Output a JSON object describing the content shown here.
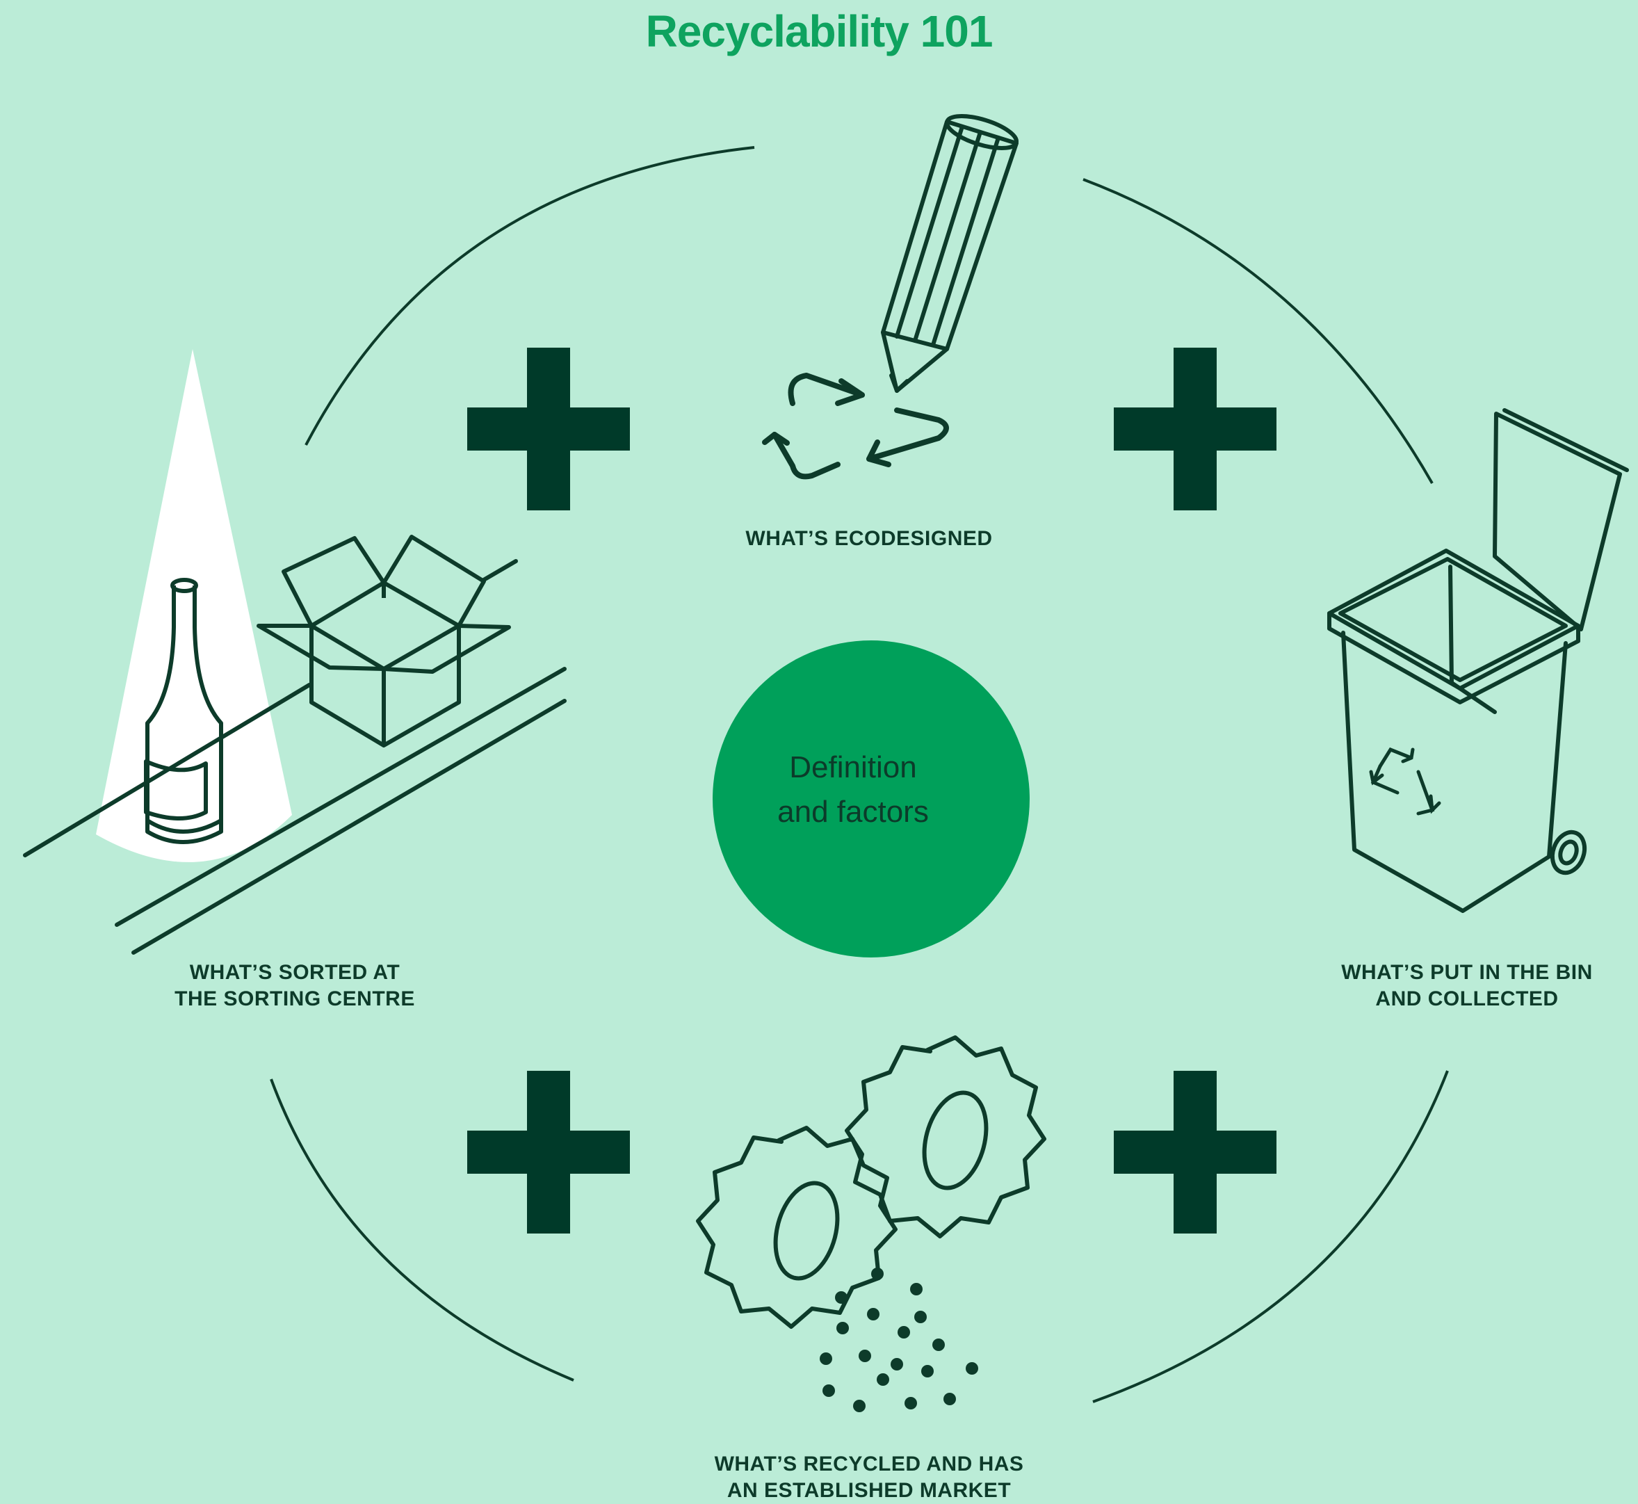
{
  "title": "Recyclability 101",
  "center": {
    "line1": "Definition",
    "line2": "and factors"
  },
  "factors": [
    {
      "id": "ecodesigned",
      "line1": "WHAT’S ECODESIGNED",
      "line2": ""
    },
    {
      "id": "bin",
      "line1": "WHAT’S PUT IN THE BIN",
      "line2": "AND COLLECTED"
    },
    {
      "id": "recycled",
      "line1": "WHAT’S RECYCLED AND HAS",
      "line2": "AN ESTABLISHED MARKET"
    },
    {
      "id": "sorted",
      "line1": "WHAT’S SORTED AT",
      "line2": "THE SORTING CENTRE"
    }
  ],
  "colors": {
    "background": "#bbecd7",
    "accent": "#0ea35f",
    "ink": "#0d3b2a",
    "plus": "#003a29"
  },
  "icons": [
    "pencil-icon",
    "recycle-icon",
    "bin-icon",
    "gears-icon",
    "bottle-icon",
    "box-icon",
    "plus-icon"
  ]
}
